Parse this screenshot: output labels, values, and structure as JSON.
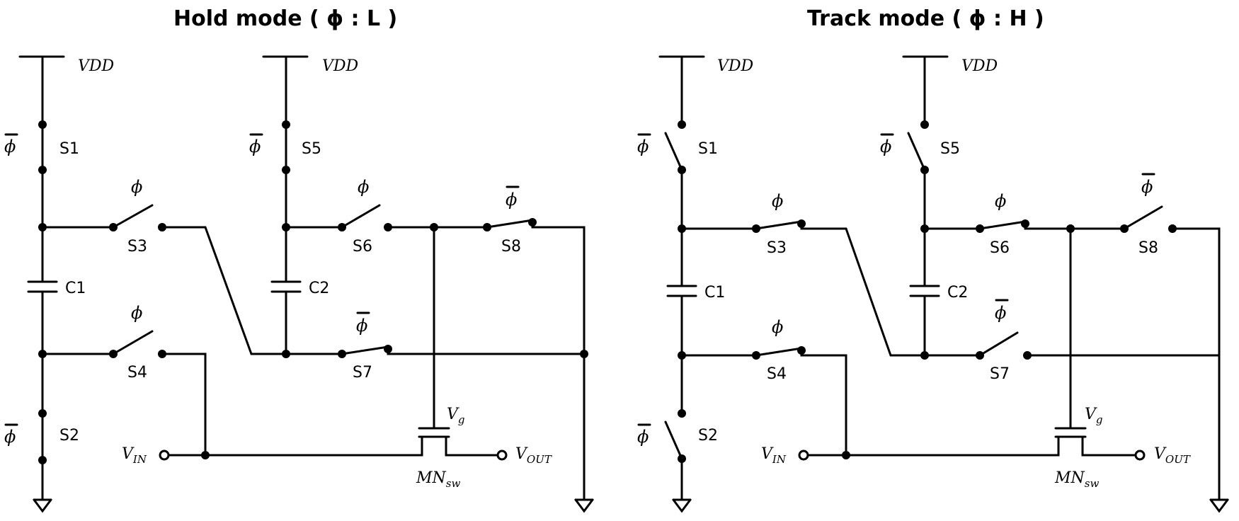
{
  "panels": [
    {
      "title": "Hold mode ( ϕ : L )",
      "vdd": "VDD",
      "phi": "ϕ",
      "labels": {
        "s1": "S1",
        "s2": "S2",
        "s3": "S3",
        "s4": "S4",
        "s5": "S5",
        "s6": "S6",
        "s7": "S7",
        "s8": "S8",
        "c1": "C1",
        "c2": "C2"
      },
      "vin_main": "V",
      "vin_sub": "IN",
      "vout_main": "V",
      "vout_sub": "OUT",
      "vg_main": "V",
      "vg_sub": "g",
      "mn_main": "MN",
      "mn_sub": "sw",
      "switch_states": {
        "S1": "closed",
        "S2": "closed",
        "S3": "open",
        "S4": "open",
        "S5": "closed",
        "S6": "open",
        "S7": "closed",
        "S8": "closed"
      }
    },
    {
      "title": "Track mode ( ϕ : H )",
      "vdd": "VDD",
      "phi": "ϕ",
      "labels": {
        "s1": "S1",
        "s2": "S2",
        "s3": "S3",
        "s4": "S4",
        "s5": "S5",
        "s6": "S6",
        "s7": "S7",
        "s8": "S8",
        "c1": "C1",
        "c2": "C2"
      },
      "vin_main": "V",
      "vin_sub": "IN",
      "vout_main": "V",
      "vout_sub": "OUT",
      "vg_main": "V",
      "vg_sub": "g",
      "mn_main": "MN",
      "mn_sub": "sw",
      "switch_states": {
        "S1": "open",
        "S2": "open",
        "S3": "closed",
        "S4": "closed",
        "S5": "open",
        "S6": "closed",
        "S7": "open",
        "S8": "open"
      }
    }
  ]
}
